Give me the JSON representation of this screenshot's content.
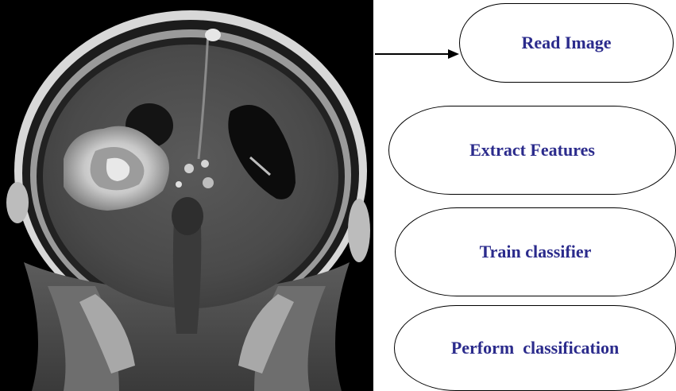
{
  "image": {
    "subject": "MRI brain coronal scan"
  },
  "flow": {
    "steps": [
      {
        "label": "Read Image"
      },
      {
        "label": "Extract Features"
      },
      {
        "label": "Train classifier"
      },
      {
        "label": "Perform  classification"
      }
    ]
  },
  "colors": {
    "step_text": "#2b2b8c",
    "outline": "#000000",
    "image_background": "#000000"
  }
}
